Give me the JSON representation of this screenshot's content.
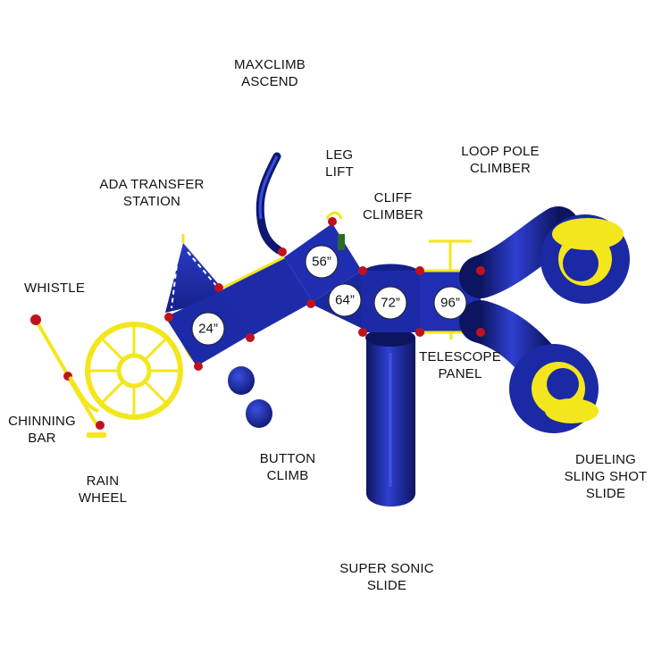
{
  "labels": {
    "maxclimb": [
      "MAXCLIMB",
      "ASCEND"
    ],
    "leg_lift": [
      "LEG",
      "LIFT"
    ],
    "loop_pole": [
      "LOOP POLE",
      "CLIMBER"
    ],
    "ada": [
      "ADA TRANSFER",
      "STATION"
    ],
    "cliff": [
      "CLIFF",
      "CLIMBER"
    ],
    "whistle": [
      "WHISTLE"
    ],
    "telescope": [
      "TELESCOPE",
      "PANEL"
    ],
    "chinning": [
      "CHINNING",
      "BAR"
    ],
    "rain_wheel": [
      "RAIN",
      "WHEEL"
    ],
    "button_climb": [
      "BUTTON",
      "CLIMB"
    ],
    "dueling": [
      "DUELING",
      "SLING SHOT",
      "SLIDE"
    ],
    "super_sonic": [
      "SUPER SONIC",
      "SLIDE"
    ]
  },
  "decks": {
    "d24": "24”",
    "d56": "56”",
    "d64": "64”",
    "d72": "72”",
    "d96": "96”"
  },
  "colors": {
    "blue": "#1c2a9c",
    "blue_dark": "#0d1560",
    "yellow": "#f4e61c",
    "red": "#c0121e"
  }
}
